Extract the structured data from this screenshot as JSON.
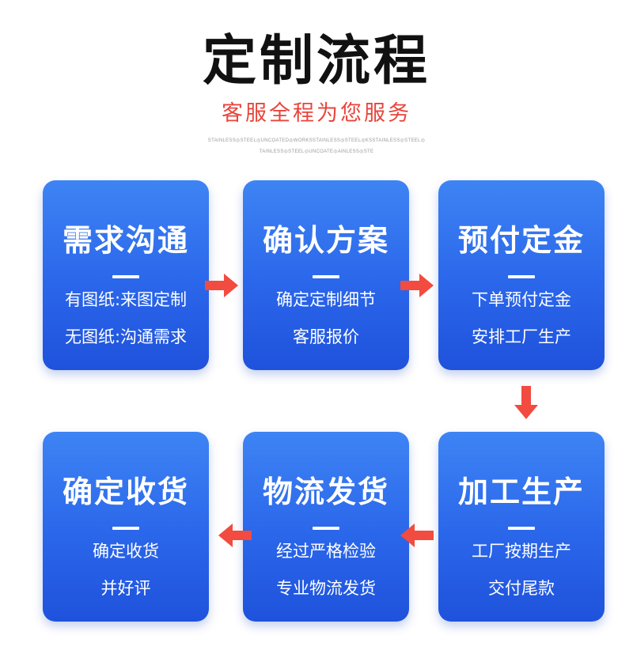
{
  "header": {
    "title": "定制流程",
    "subtitle": "客服全程为您服务",
    "tiny_line1": "STAINLESS◎STEEL◎UNCOATED◎WORKSSTAINLESS◎STEEL◎KSSTAINLESS◎STEEL◎",
    "tiny_line2": "TAINLESS◎STEEL◎UNCOATE◎AINLESS◎STE"
  },
  "steps": [
    {
      "title": "需求沟通",
      "line1": "有图纸:来图定制",
      "line2": "无图纸:沟通需求"
    },
    {
      "title": "确认方案",
      "line1": "确定定制细节",
      "line2": "客服报价"
    },
    {
      "title": "预付定金",
      "line1": "下单预付定金",
      "line2": "安排工厂生产"
    },
    {
      "title": "加工生产",
      "line1": "工厂按期生产",
      "line2": "交付尾款"
    },
    {
      "title": "物流发货",
      "line1": "经过严格检验",
      "line2": "专业物流发货"
    },
    {
      "title": "确定收货",
      "line1": "确定收货",
      "line2": "并好评"
    }
  ],
  "colors": {
    "card_blue": "#2a66ea",
    "arrow_red": "#f24b3f",
    "subtitle_red": "#e8453c"
  },
  "icons": [
    "arrow-right-icon",
    "arrow-down-icon",
    "arrow-left-icon"
  ]
}
